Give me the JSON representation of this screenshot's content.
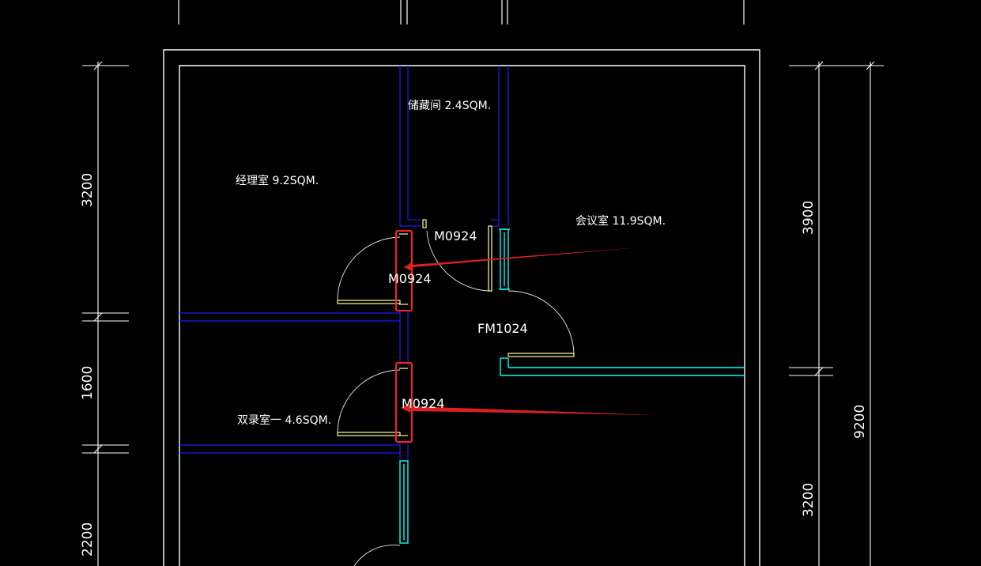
{
  "colors": {
    "background": "#000000",
    "outer_wall": "#ffffff",
    "inner_wall": "#1a1aff",
    "window": "#00ffff",
    "door": "#ffff99",
    "door_arc": "#ffffff",
    "highlight": "#ff2020",
    "annotation_arrow": "#e02020",
    "text": "#ffffff"
  },
  "rooms": {
    "storage": "储藏间 2.4SQM.",
    "manager": "经理室 9.2SQM.",
    "meeting": "会议室 11.9SQM.",
    "recording": "双录室一 4.6SQM."
  },
  "doors": {
    "upper_right": "M0924",
    "upper_left": "M0924",
    "fire_door": "FM1024",
    "lower": "M0924"
  },
  "dimensions": {
    "left_top": "3200",
    "left_mid": "1600",
    "left_bottom": "2200",
    "right_top": "3900",
    "right_total": "9200",
    "right_bottom": "3200"
  },
  "icons": {
    "highlight_box": "red-rectangle",
    "arrow": "red-arrow"
  }
}
